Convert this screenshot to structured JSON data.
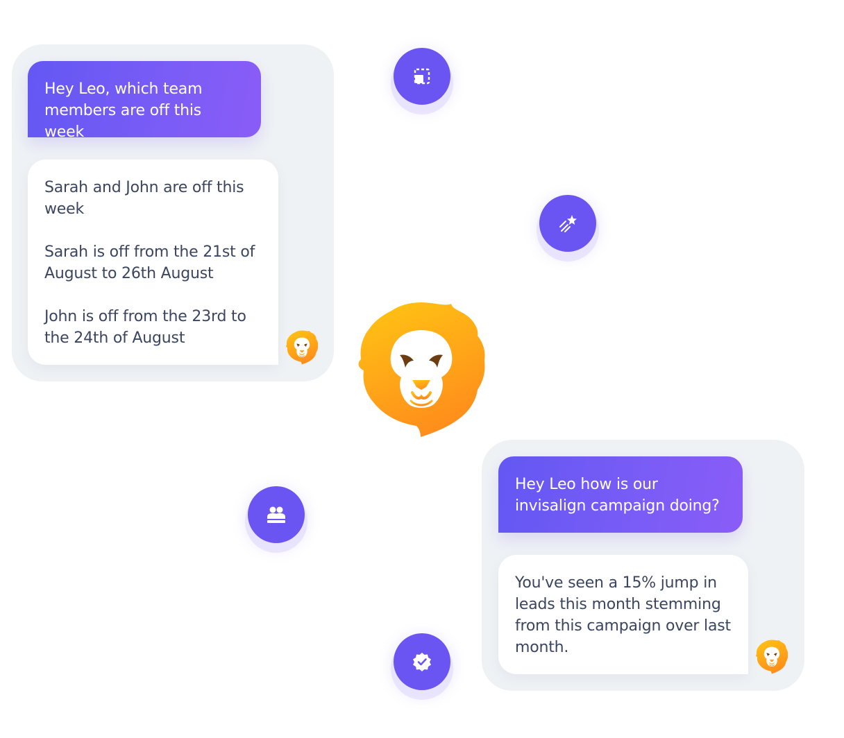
{
  "conversations": [
    {
      "user_message": "Hey Leo, which team members are off this week",
      "bot_paragraphs": [
        "Sarah and John are off this week",
        "Sarah is off from the 21st of August to 26th August",
        "John is off from the 23rd to the 24th of August"
      ]
    },
    {
      "user_message": "Hey Leo how is our invisalign campaign doing?",
      "bot_paragraphs": [
        "You've seen a 15% jump in leads this month stemming from this campaign over last month."
      ]
    }
  ],
  "feature_icons": [
    "expand-icon",
    "magic-star-icon",
    "team-icon",
    "verified-badge-icon"
  ],
  "colors": {
    "accent_purple": "#6a55f2",
    "user_bubble_start": "#6357f3",
    "user_bubble_end": "#8a5cf7",
    "card_background": "#eff2f5",
    "bot_text": "#3b4560",
    "lion_orange_top": "#ffc014",
    "lion_orange_bottom": "#ff8a1c"
  }
}
